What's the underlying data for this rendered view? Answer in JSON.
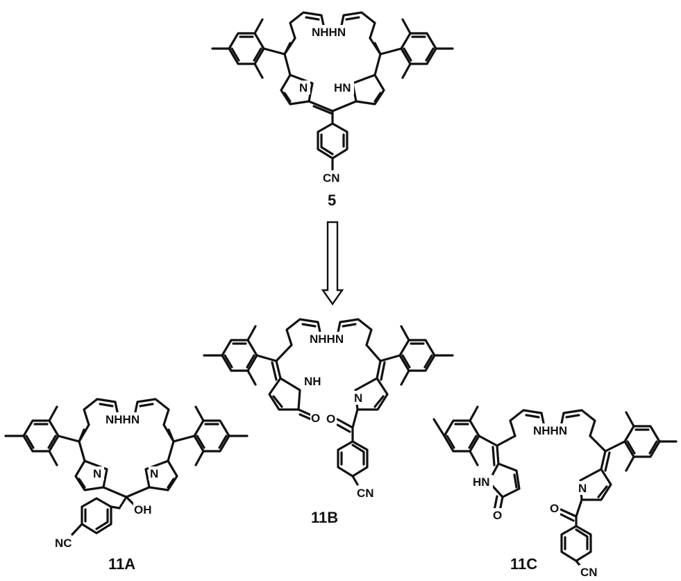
{
  "compounds": {
    "c5": {
      "label": "5"
    },
    "c11A": {
      "label": "11A"
    },
    "c11B": {
      "label": "11B"
    },
    "c11C": {
      "label": "11C"
    }
  },
  "atoms": {
    "nh_hn": "NHHN",
    "n": "N",
    "hn": "HN",
    "nh": "NH",
    "oh": "OH",
    "o": "O",
    "cn": "CN",
    "nc": "NC"
  },
  "arrow": {
    "direction": "down",
    "style": "open-hollow"
  }
}
